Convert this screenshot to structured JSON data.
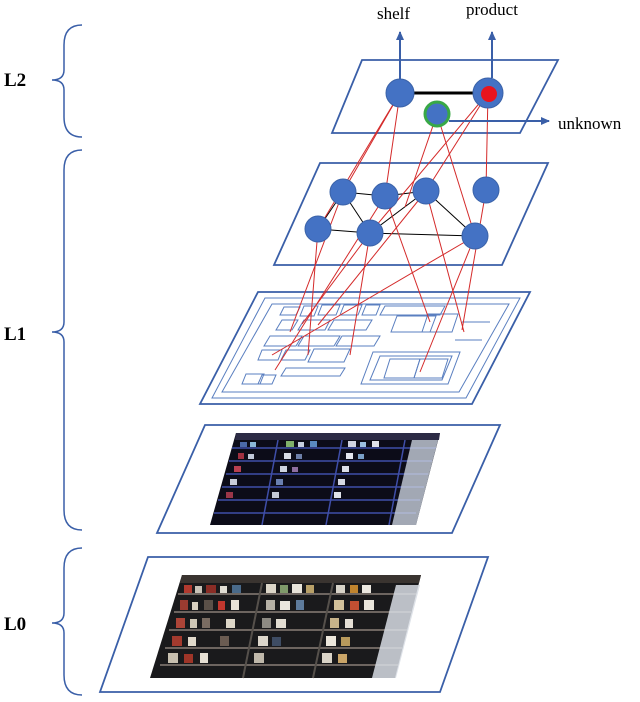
{
  "levels": {
    "l2": "L2",
    "l1": "L1",
    "l0": "L0"
  },
  "outputs": {
    "shelf": "shelf",
    "product": "product",
    "unknown": "unknown"
  },
  "colors": {
    "plane_stroke": "#3a5fa8",
    "node_fill": "#4472c4",
    "edge": "#d42a2a",
    "product_node": "#e8141e",
    "unknown_ring": "#38a846",
    "arrow": "#3a5fa8",
    "floorplan": "#5a7fc0"
  }
}
